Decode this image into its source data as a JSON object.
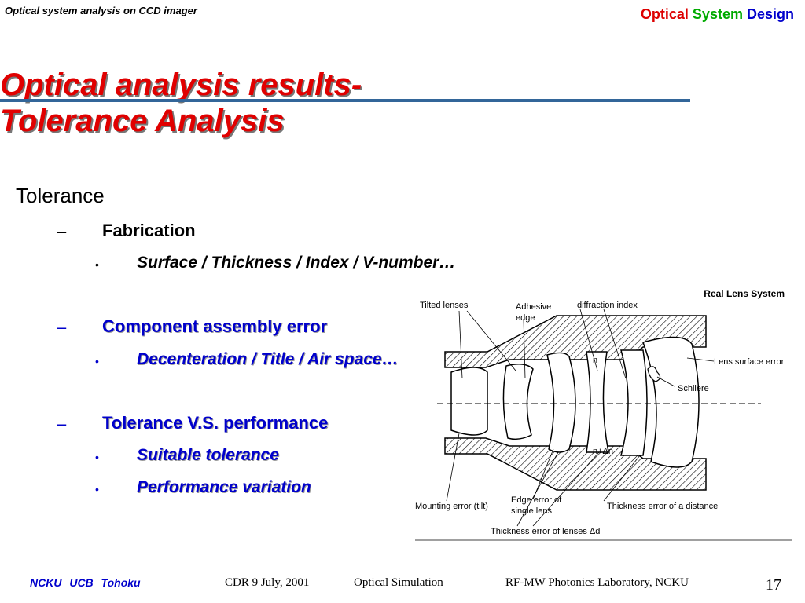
{
  "header": {
    "left_text": "Optical system analysis on CCD imager",
    "right_parts": [
      {
        "text": "Optical",
        "color": "#dd0000"
      },
      {
        "text": "System",
        "color": "#00aa00"
      },
      {
        "text": "Design",
        "color": "#0000cc"
      }
    ]
  },
  "title": {
    "line1": "Optical analysis results-",
    "line2": "Tolerance Analysis",
    "color": "#e00000"
  },
  "content": {
    "heading": "Tolerance",
    "sections": [
      {
        "dash": "–",
        "label": "Fabrication",
        "items": [
          {
            "bullet": "•",
            "text": "Surface / Thickness  / Index / V-number…"
          }
        ]
      },
      {
        "dash": "–",
        "label": "Component assembly error",
        "items": [
          {
            "bullet": "•",
            "text": "Decenteration / Title / Air space…"
          }
        ]
      },
      {
        "dash": "–",
        "label": "Tolerance V.S. performance",
        "items": [
          {
            "bullet": "•",
            "text": "Suitable tolerance"
          },
          {
            "bullet": "•",
            "text": "Performance variation"
          }
        ]
      }
    ]
  },
  "diagram": {
    "title": "Real Lens System",
    "labels": {
      "tilted_lenses": "Tilted lenses",
      "adhesive": "Adhesive",
      "edge": "edge",
      "diffraction_index": "diffraction index",
      "lens_surface_error": "Lens surface error",
      "schliere": "Schliere",
      "n": "n",
      "n_delta": "n+Δn",
      "mounting_error": "Mounting error (tilt)",
      "edge_error_1": "Edge error of",
      "edge_error_2": "single lens",
      "thickness_distance": "Thickness error of a distance",
      "thickness_lenses": "Thickness error of lenses Δd"
    }
  },
  "footer": {
    "left": "NCKU    UCB    Tohoku",
    "cdr": "CDR   9 July, 2001",
    "sim": "Optical Simulation",
    "lab": "RF-MW Photonics Laboratory,   NCKU",
    "page": "17"
  }
}
